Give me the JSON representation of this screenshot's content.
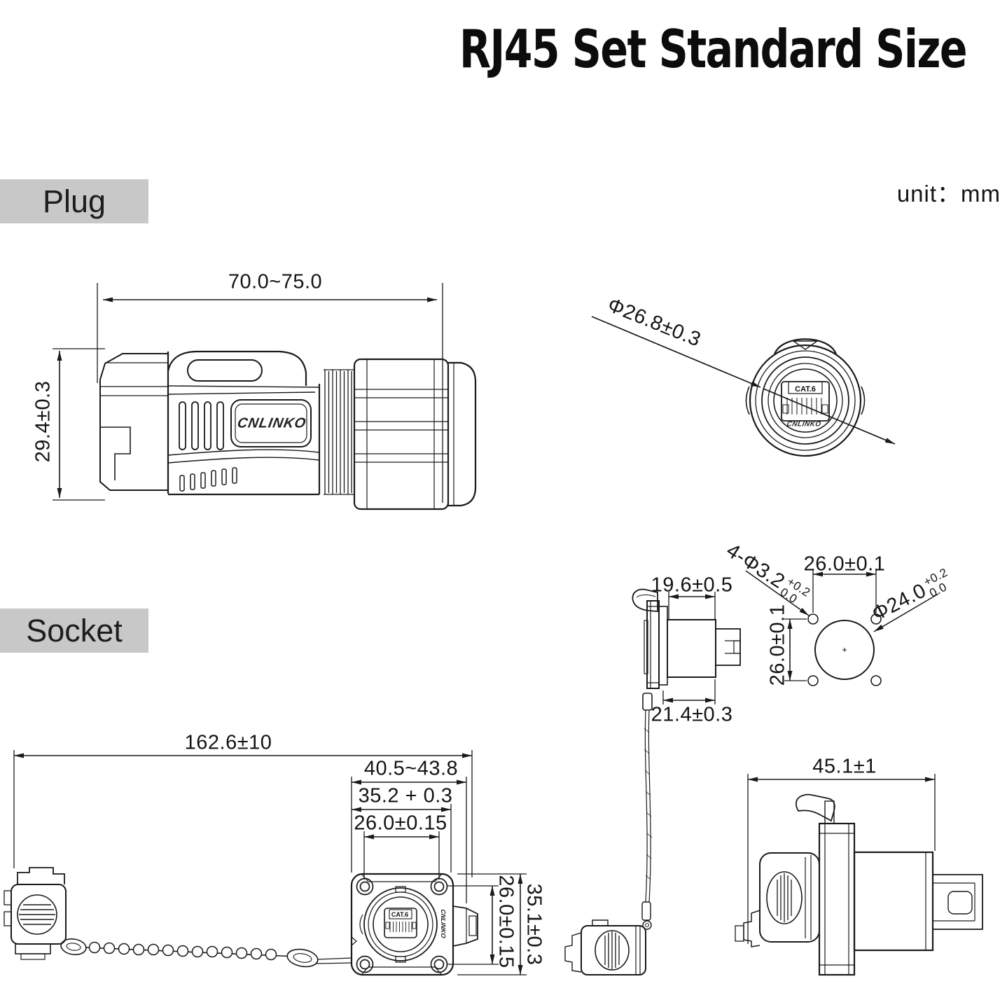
{
  "header": {
    "title": "RJ45 Set Standard Size",
    "unit": "unit：mm"
  },
  "sections": {
    "plug": "Plug",
    "socket": "Socket"
  },
  "brand": {
    "logo": "CNLINKO",
    "jack": "CAT.6"
  },
  "dims": {
    "plug_length": "70.0~75.0",
    "plug_height": "29.4±0.3",
    "plug_diameter": "Φ26.8±0.3",
    "socket_front_depth": "19.6±0.5",
    "socket_total_depth": "21.4±0.3",
    "mount_spacing_h": "26.0±0.1",
    "mount_spacing_v": "26.0±0.1",
    "mount_holes": "4-Φ3.2",
    "mount_holes_tol_upper": "+0.2",
    "mount_holes_tol_lower": "0.0",
    "panel_hole": "Φ24.0",
    "panel_hole_tol_upper": "+0.2",
    "panel_hole_tol_lower": "0.0",
    "assembly_length": "162.6±10",
    "socket_width_overall": "40.5~43.8",
    "socket_flange_width": "35.2 + 0.3",
    "socket_hole_spacing_h": "26.0±0.15",
    "socket_hole_spacing_v": "26.0±0.15",
    "socket_flange_height": "35.1±0.3",
    "socket_side_length": "45.1±1"
  }
}
